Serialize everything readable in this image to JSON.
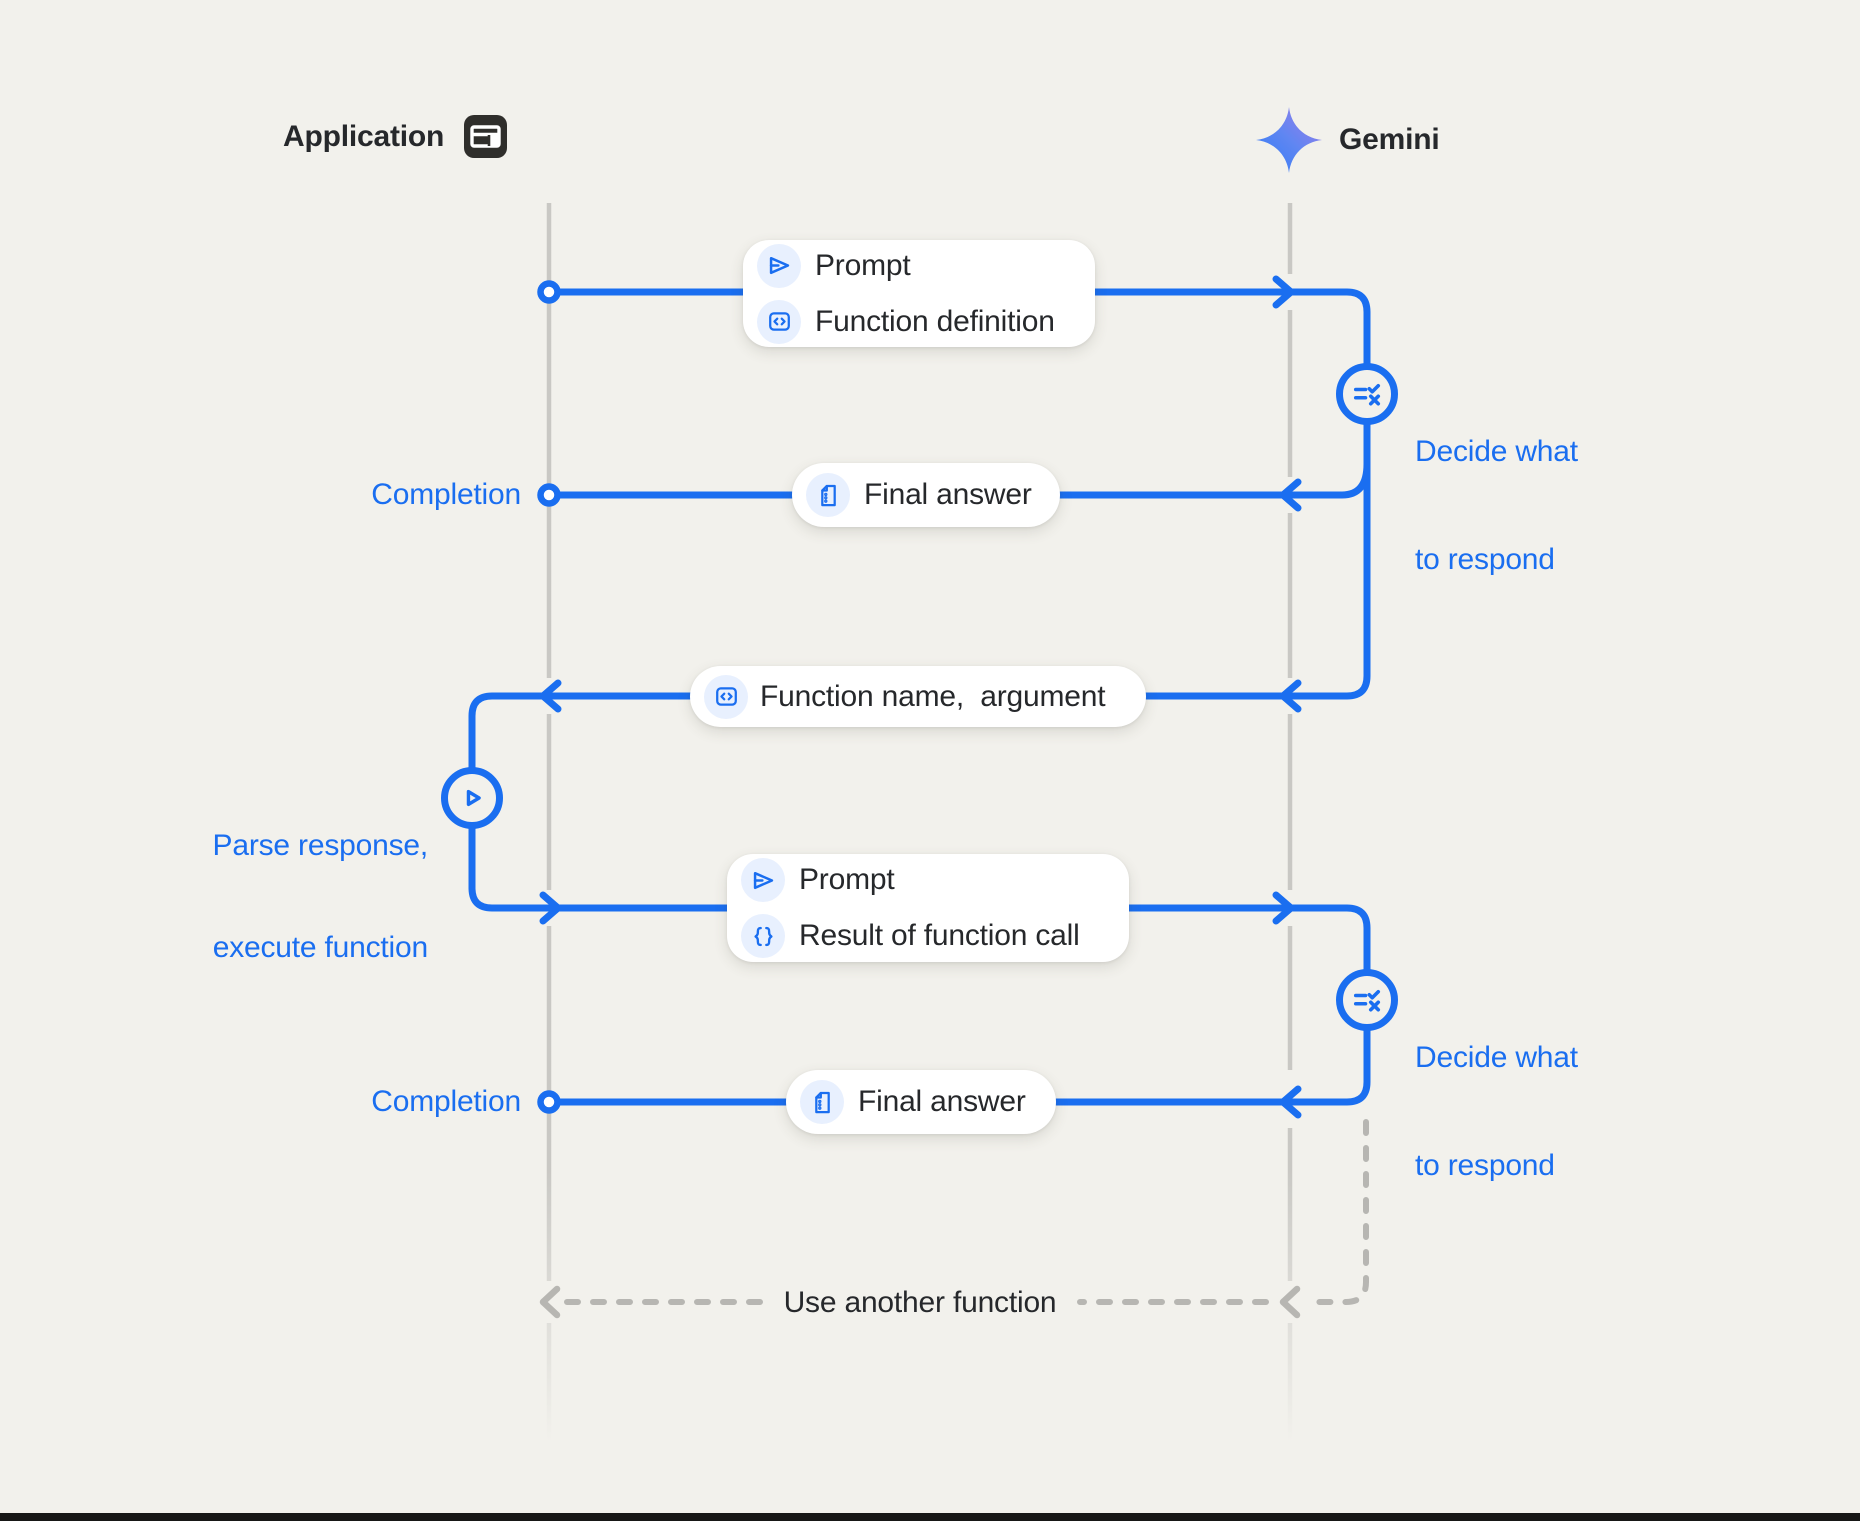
{
  "diagram": {
    "actors": {
      "application": {
        "label": "Application",
        "icon": "browser-window-icon"
      },
      "gemini": {
        "label": "Gemini",
        "icon": "gemini-sparkle-icon"
      }
    },
    "message_boxes": {
      "prompt_function_definition": {
        "rows": [
          {
            "icon": "send-icon",
            "label": "Prompt"
          },
          {
            "icon": "code-box-icon",
            "label": "Function definition"
          }
        ]
      },
      "final_answer_1": {
        "rows": [
          {
            "icon": "document-icon",
            "label": "Final answer"
          }
        ]
      },
      "function_name_argument": {
        "rows": [
          {
            "icon": "code-box-icon",
            "label": "Function name,  argument"
          }
        ]
      },
      "prompt_result_of_function_call": {
        "rows": [
          {
            "icon": "send-icon",
            "label": "Prompt"
          },
          {
            "icon": "braces-icon",
            "label": "Result of function call"
          }
        ]
      },
      "final_answer_2": {
        "rows": [
          {
            "icon": "document-icon",
            "label": "Final answer"
          }
        ]
      }
    },
    "annotations": {
      "decide_1": {
        "line1": "Decide what",
        "line2": "to respond",
        "icon": "checklist-decision-icon"
      },
      "decide_2": {
        "line1": "Decide what",
        "line2": "to respond",
        "icon": "checklist-decision-icon"
      },
      "parse": {
        "line1": "Parse response,",
        "line2": "execute function",
        "icon": "play-icon"
      },
      "completion_1": "Completion",
      "completion_2": "Completion",
      "use_another_function": "Use another function"
    },
    "colors": {
      "background": "#f2f1ec",
      "accent_blue": "#1a6ef0",
      "icon_chip_blue": "#e8f0fe",
      "text_dark": "#26282b",
      "lifeline_gray": "#c9c8c4",
      "dashed_gray": "#b7b6b2",
      "box_white": "#ffffff",
      "bottom_bar_dark": "#171716"
    }
  }
}
